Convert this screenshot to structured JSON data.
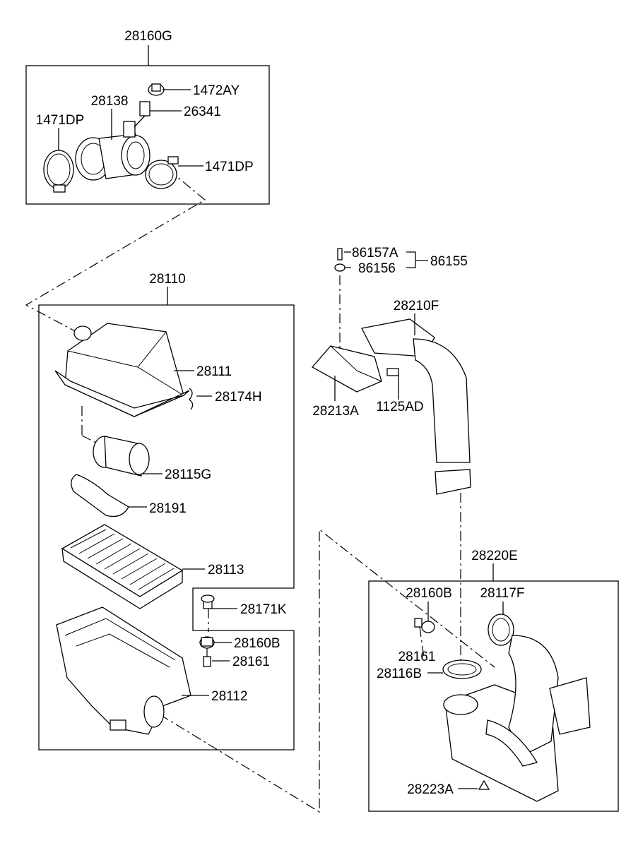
{
  "colors": {
    "background": "#ffffff",
    "line": "#000000"
  },
  "assembly_labels": {
    "top_kit": "28160G",
    "air_cleaner": "28110",
    "duct_hose": "28210F",
    "resonator_kit": "28220E",
    "bolt_kit": "86155"
  },
  "part_labels": {
    "p1472AY": "1472AY",
    "p28138": "28138",
    "p26341": "26341",
    "p1471DP_left": "1471DP",
    "p1471DP_right": "1471DP",
    "p86157A": "86157A",
    "p86156": "86156",
    "p28111": "28111",
    "p28174H": "28174H",
    "p28213A": "28213A",
    "p1125AD": "1125AD",
    "p28115G": "28115G",
    "p28191": "28191",
    "p28113": "28113",
    "p28171K": "28171K",
    "p28160B_left": "28160B",
    "p28161_left": "28161",
    "p28112": "28112",
    "p28160B_right": "28160B",
    "p28117F": "28117F",
    "p28161_right": "28161",
    "p28116B": "28116B",
    "p28223A": "28223A"
  }
}
